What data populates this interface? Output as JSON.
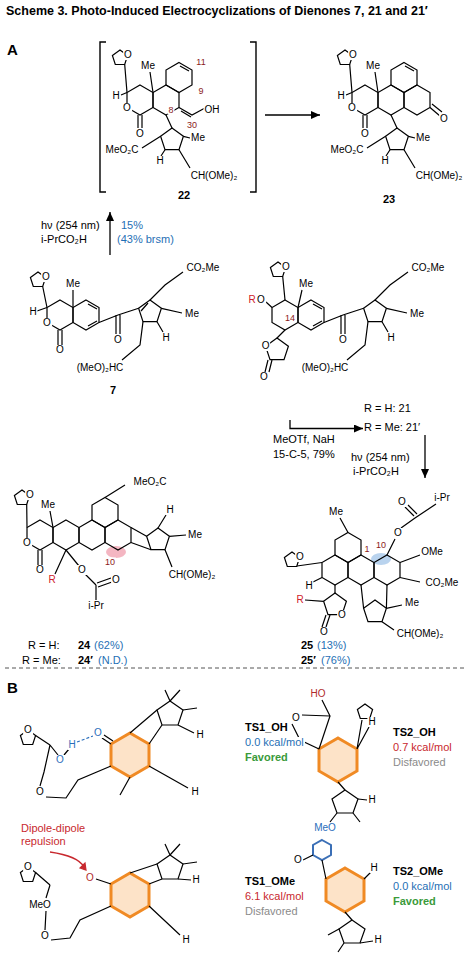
{
  "diagram": {
    "title": "Scheme 3. Photo-Induced Electrocyclizations of Dienones 7, 21 and 21′",
    "nodes": [
      {
        "text": [
          "22"
        ]
      },
      {
        "text": [
          "23"
        ]
      },
      {
        "text": [
          "7"
        ]
      },
      {
        "text": [
          "R = H: 21"
        ]
      },
      {
        "text": [
          "R = Me: 21′"
        ]
      },
      {
        "text": [
          "R = H:",
          "24",
          "(62%)",
          "R = Me:",
          "24′",
          "(N.D.)"
        ]
      },
      {
        "text": [
          "25",
          "(13%)",
          "25′",
          "(76%)"
        ]
      }
    ],
    "edges": [
      {
        "from": 2,
        "to": 0,
        "arrow": "to",
        "label": "hν (254 nm)"
      },
      {
        "from": 0,
        "to": 1,
        "arrow": "to"
      },
      {
        "from": 3,
        "to": 4,
        "arrow": "to",
        "label": "MeOTf, NaH"
      },
      {
        "from": 4,
        "to": 6,
        "arrow": "to",
        "label": "hν (254 nm)"
      }
    ],
    "labels": [
      "A",
      "Me",
      "O",
      "H",
      "O",
      "O",
      "11",
      "9",
      "8",
      "30",
      "OH",
      "MeO₂C",
      "H",
      "Me",
      "CH(OMe)₂",
      "Me",
      "O",
      "H",
      "O",
      "O",
      "O",
      "MeO₂C",
      "H",
      "Me",
      "CH(OMe)₂",
      "i-PrCO₂H",
      "15%",
      "(43% brsm)",
      "Me",
      "O",
      "H",
      "O",
      "O",
      "O",
      "CO₂Me",
      "Me",
      "H",
      "(MeO)₂HC",
      "R",
      "O",
      "14",
      "Me",
      "O",
      "O",
      "O",
      "O",
      "CO₂Me",
      "Me",
      "H",
      "(MeO)₂HC",
      "15-C-5, 79%",
      "i-PrCO₂H",
      "Me",
      "O",
      "O",
      "O",
      "MeO₂C",
      "R",
      "O",
      "O",
      "i-Pr",
      "10",
      "H",
      "Me",
      "CH(OMe)₂",
      "i-Pr",
      "O",
      "O",
      "OMe",
      "10",
      "1",
      "CO₂Me",
      "Me",
      "O",
      "H",
      "R",
      "O",
      "O",
      "Me",
      "CH(OMe)₂",
      "B",
      "O",
      "H",
      "O",
      "O",
      "O",
      "H",
      "H",
      "TS1_OH",
      "0.0 kcal/mol",
      "Favored",
      "HO",
      "O",
      "H",
      "H",
      "TS2_OH",
      "0.7 kcal/mol",
      "Disfavored",
      "Dipole-dipole repulsion",
      "O",
      "MeO",
      "O",
      "O",
      "H",
      "H",
      "TS1_OMe",
      "6.1 kcal/mol",
      "Disfavored",
      "MeO",
      "O",
      "H",
      "H",
      "TS2_OMe",
      "0.0 kcal/mol",
      "Favored"
    ]
  }
}
